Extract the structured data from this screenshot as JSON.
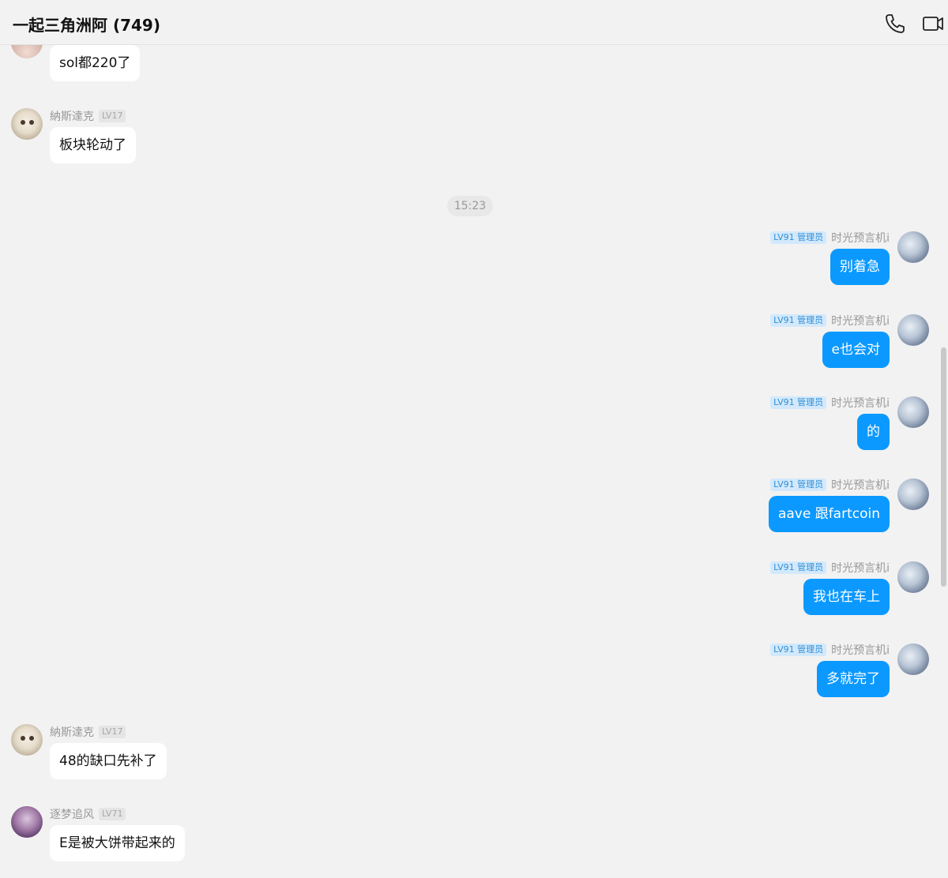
{
  "header": {
    "title": "一起三角洲阿 (749)",
    "phone_icon": "phone-icon",
    "video_icon": "video-call-icon"
  },
  "colors": {
    "outgoing_bubble": "#0b99ff",
    "incoming_bubble": "#ffffff",
    "background": "#f2f2f2"
  },
  "timestamp": "15:23",
  "messages": [
    {
      "sender": "",
      "level": "",
      "text": "sol都220了",
      "direction": "incoming"
    },
    {
      "sender": "納斯達克",
      "level": "LV17",
      "text": "板块轮动了",
      "direction": "incoming"
    },
    {
      "sender": "时光预言机i",
      "level": "LV91",
      "role": "管理员",
      "text": "别着急",
      "direction": "outgoing"
    },
    {
      "sender": "时光预言机i",
      "level": "LV91",
      "role": "管理员",
      "text": "e也会对",
      "direction": "outgoing"
    },
    {
      "sender": "时光预言机i",
      "level": "LV91",
      "role": "管理员",
      "text": "的",
      "direction": "outgoing"
    },
    {
      "sender": "时光预言机i",
      "level": "LV91",
      "role": "管理员",
      "text": "aave 跟fartcoin",
      "direction": "outgoing"
    },
    {
      "sender": "时光预言机i",
      "level": "LV91",
      "role": "管理员",
      "text": "我也在车上",
      "direction": "outgoing"
    },
    {
      "sender": "时光预言机i",
      "level": "LV91",
      "role": "管理员",
      "text": "多就完了",
      "direction": "outgoing"
    },
    {
      "sender": "納斯達克",
      "level": "LV17",
      "text": "48的缺口先补了",
      "direction": "incoming"
    },
    {
      "sender": "逐梦追风",
      "level": "LV71",
      "text": "E是被大饼带起来的",
      "direction": "incoming"
    }
  ]
}
